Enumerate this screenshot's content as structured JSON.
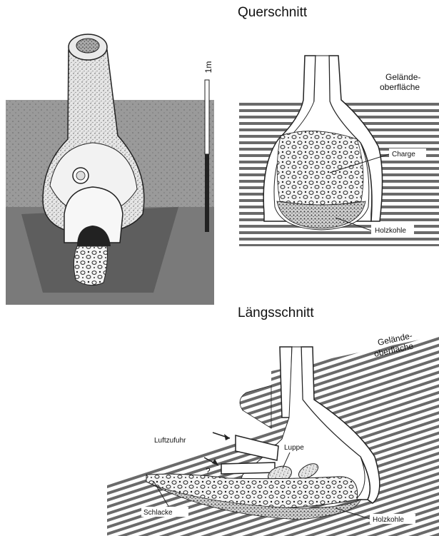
{
  "scale_bar": {
    "label": "1m"
  },
  "cross_section": {
    "title": "Querschnitt",
    "ground_surface_label_1": "Gelände-",
    "ground_surface_label_2": "oberfläche",
    "charge_label": "Charge",
    "charcoal_label": "Holzkohle"
  },
  "longitudinal_section": {
    "title": "Längsschnitt",
    "ground_surface_label_1": "Gelände-",
    "ground_surface_label_2": "oberfläche",
    "air_supply_label": "Luftzufuhr",
    "question_mark": "?",
    "bloom_label": "Luppe",
    "slag_label": "Schlacke",
    "charcoal_label": "Holzkohle"
  }
}
